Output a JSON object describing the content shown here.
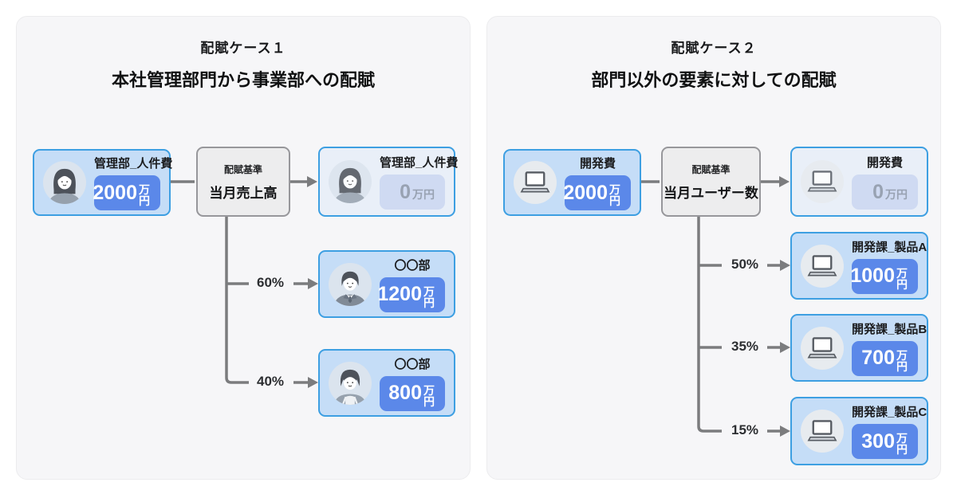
{
  "panels": [
    {
      "title": "配賦ケース１",
      "subtitle": "本社管理部門から事業部への配賦",
      "source": {
        "label": "管理部_人件費",
        "amount": "2000",
        "unit": "万円",
        "icon": "woman-avatar"
      },
      "basis": {
        "caption": "配賦基準",
        "value": "当月売上高"
      },
      "targets": [
        {
          "label": "管理部_人件費",
          "amount": "0",
          "unit": "万円",
          "icon": "woman-avatar",
          "faded": true,
          "percent": ""
        },
        {
          "label": "〇〇部",
          "amount": "1200",
          "unit": "万円",
          "icon": "man-avatar",
          "faded": false,
          "percent": "60%"
        },
        {
          "label": "〇〇部",
          "amount": "800",
          "unit": "万円",
          "icon": "woman-apron-avatar",
          "faded": false,
          "percent": "40%"
        }
      ]
    },
    {
      "title": "配賦ケース２",
      "subtitle": "部門以外の要素に対しての配賦",
      "source": {
        "label": "開発費",
        "amount": "2000",
        "unit": "万円",
        "icon": "laptop"
      },
      "basis": {
        "caption": "配賦基準",
        "value": "当月ユーザー数"
      },
      "targets": [
        {
          "label": "開発費",
          "amount": "0",
          "unit": "万円",
          "icon": "laptop",
          "faded": true,
          "percent": ""
        },
        {
          "label": "開発課_製品A",
          "amount": "1000",
          "unit": "万円",
          "icon": "laptop",
          "faded": false,
          "percent": "50%"
        },
        {
          "label": "開発課_製品B",
          "amount": "700",
          "unit": "万円",
          "icon": "laptop",
          "faded": false,
          "percent": "35%"
        },
        {
          "label": "開発課_製品C",
          "amount": "300",
          "unit": "万円",
          "icon": "laptop",
          "faded": false,
          "percent": "15%"
        }
      ]
    }
  ],
  "colors": {
    "panel_bg": "#f6f6f8",
    "card_bg": "#c5ddf7",
    "card_border": "#3d9fe2",
    "badge_blue": "#5b88e9",
    "faded_card_bg": "#e9eff8",
    "faded_badge_bg": "#cfdaf2",
    "faded_text": "#98a2b2",
    "basis_bg": "#ededee",
    "basis_border": "#97979b",
    "connector_gray": "#7b7c7e"
  }
}
